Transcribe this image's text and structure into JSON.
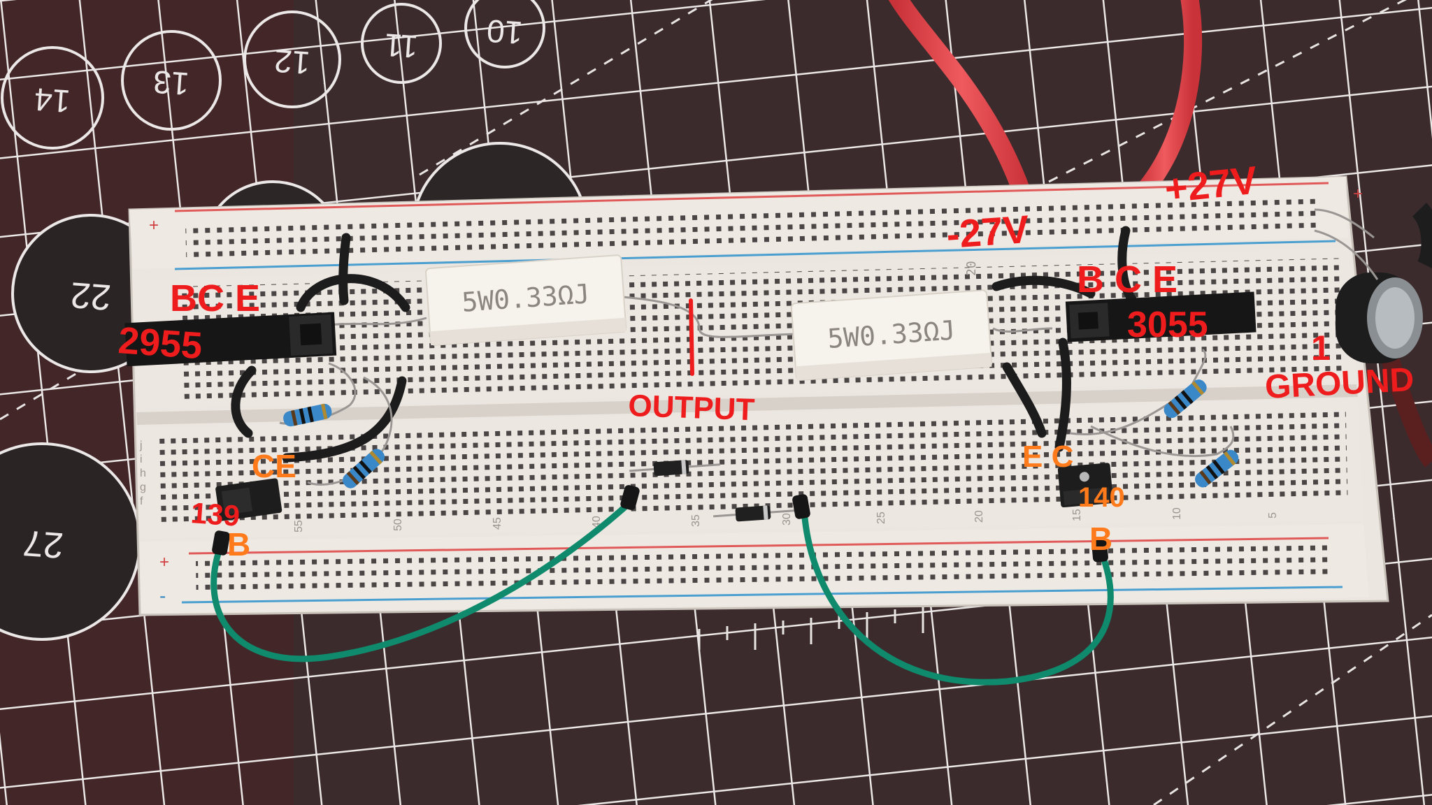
{
  "mat": {
    "circle_numbers": [
      "14",
      "13",
      "12",
      "11",
      "10",
      "22",
      "27"
    ]
  },
  "breadboard": {
    "column_numbers": [
      "55",
      "50",
      "45",
      "40",
      "35",
      "30",
      "25",
      "20",
      "15",
      "10",
      "5"
    ],
    "row_letters": [
      "j",
      "i",
      "h",
      "g",
      "f"
    ],
    "rail_plus": "+",
    "rail_minus": "-"
  },
  "resistors": {
    "left_label": "5W0.33ΩJ",
    "right_label": "5W0.33ΩJ"
  },
  "annotations": {
    "minus_27v": "-27V",
    "plus_27v": "+27V",
    "left_power_pins": "BC E",
    "left_power_part": "2955",
    "right_power_pins": "B C E",
    "right_power_part": "3055",
    "output": "OUTPUT",
    "ground_num": "1",
    "ground": "GROUND",
    "left_driver_pins": "CE",
    "left_driver_part": "139",
    "left_driver_base": "B",
    "right_driver_pins": "E C",
    "right_driver_part": "140",
    "right_driver_base": "B"
  },
  "colors": {
    "mat": "#3a2a2a",
    "grid_line": "#e8e4e4",
    "breadboard": "#ece7e2",
    "annotation_red": "#ee1c1c",
    "annotation_orange": "#ff7a1a",
    "wire_red": "#e0464b",
    "wire_green": "#109070",
    "wire_black": "#1e1e1e"
  }
}
